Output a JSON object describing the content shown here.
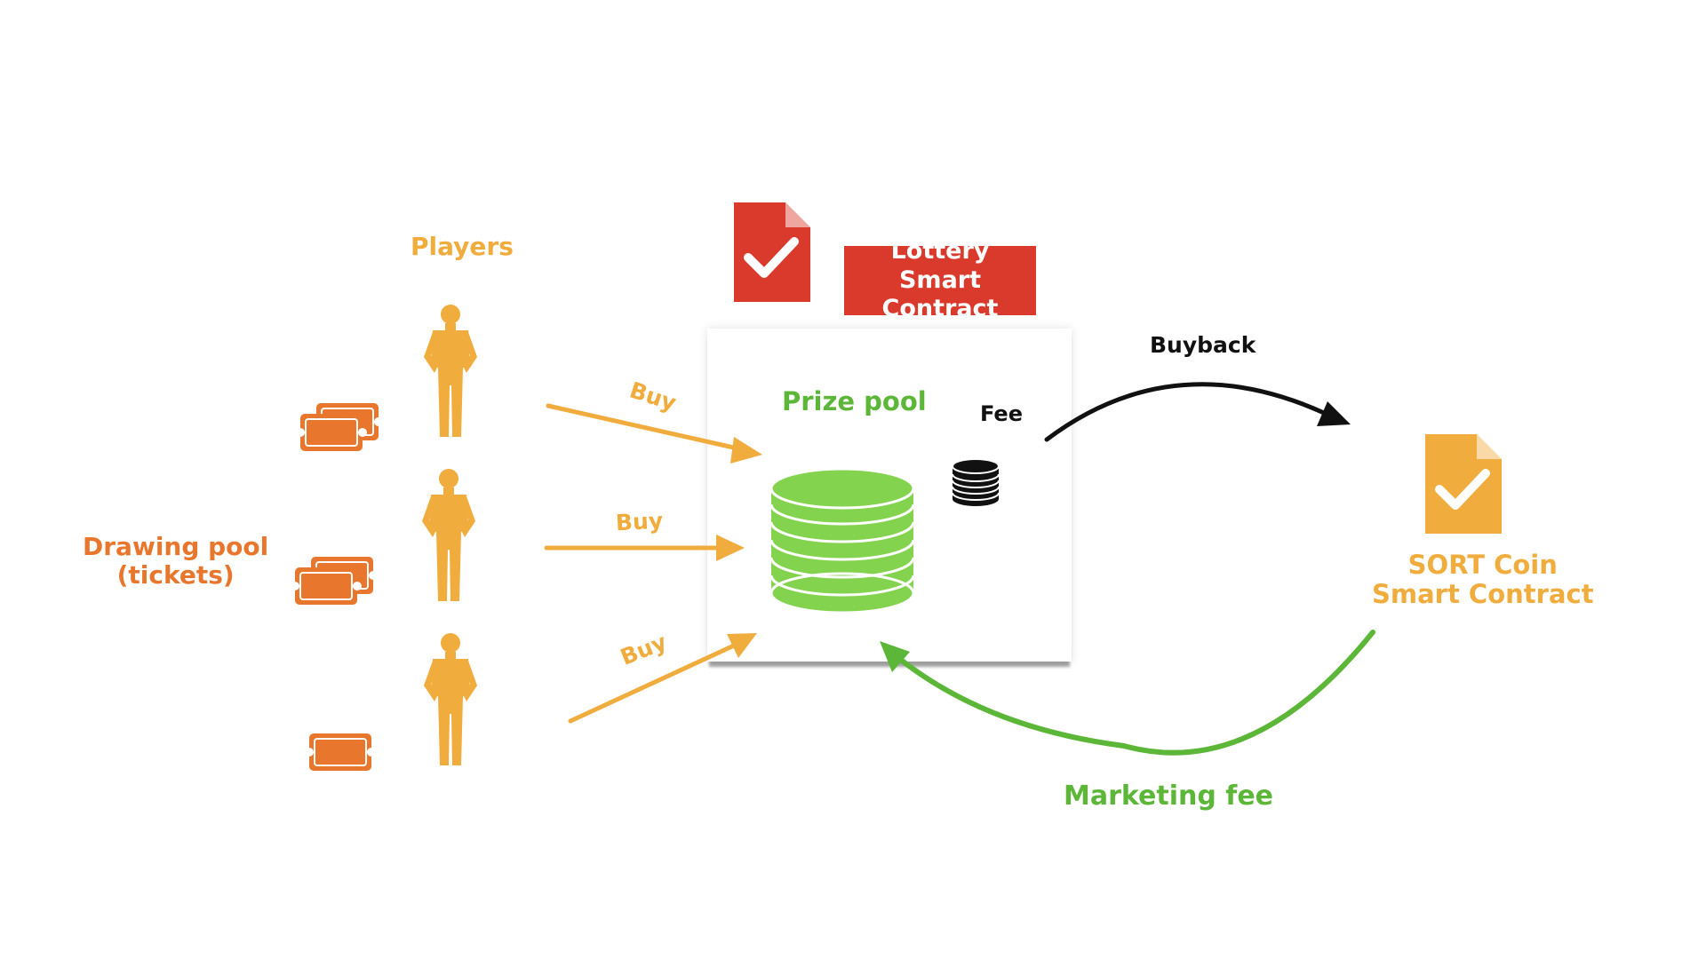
{
  "labels": {
    "players": "Players",
    "drawing_pool_line1": "Drawing pool",
    "drawing_pool_line2": "(tickets)",
    "lottery_line1": "Lottery",
    "lottery_line2": "Smart Contract",
    "prize_pool": "Prize pool",
    "fee": "Fee",
    "buyback": "Buyback",
    "sort_line1": "SORT Coin",
    "sort_line2": "Smart Contract",
    "marketing_fee": "Marketing fee",
    "buy_1": "Buy",
    "buy_2": "Buy",
    "buy_3": "Buy"
  },
  "colors": {
    "players": "#f0ac3c",
    "tickets": "#e8762c",
    "lottery_contract": "#d93a2c",
    "sort_contract": "#f0ac3c",
    "prize_pool": "#84d34f",
    "marketing_arrow": "#5cb638",
    "buyback_arrow": "#111111"
  },
  "icons": [
    "player-figure-icon",
    "ticket-icon",
    "document-check-icon",
    "coin-stack-icon"
  ]
}
